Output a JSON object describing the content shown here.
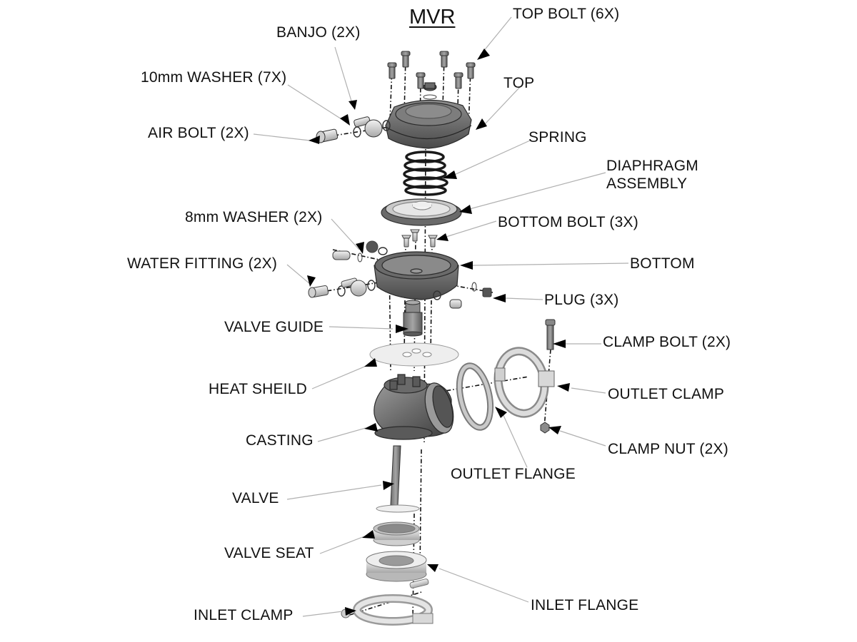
{
  "title": "MVR",
  "parts": {
    "top_bolt": "TOP BOLT (6X)",
    "banjo": "BANJO (2X)",
    "washer_10mm": "10mm WASHER (7X)",
    "top": "TOP",
    "air_bolt": "AIR BOLT (2X)",
    "spring": "SPRING",
    "diaphragm_line1": "DIAPHRAGM",
    "diaphragm_line2": "ASSEMBLY",
    "washer_8mm": "8mm WASHER (2X)",
    "bottom_bolt": "BOTTOM BOLT (3X)",
    "water_fitting": "WATER FITTING (2X)",
    "bottom": "BOTTOM",
    "plug": "PLUG (3X)",
    "valve_guide": "VALVE GUIDE",
    "clamp_bolt": "CLAMP BOLT (2X)",
    "heat_shield": "HEAT SHEILD",
    "outlet_clamp": "OUTLET CLAMP",
    "casting": "CASTING",
    "clamp_nut": "CLAMP NUT (2X)",
    "outlet_flange": "OUTLET FLANGE",
    "valve": "VALVE",
    "valve_seat": "VALVE SEAT",
    "inlet_flange": "INLET FLANGE",
    "inlet_clamp": "INLET CLAMP"
  },
  "colors": {
    "part_dark": "#5a5a5a",
    "part_mid": "#8a8a8a",
    "part_light": "#d0d0d0",
    "leader": "#b0b0b0",
    "arrow": "#000000",
    "text": "#111111"
  }
}
